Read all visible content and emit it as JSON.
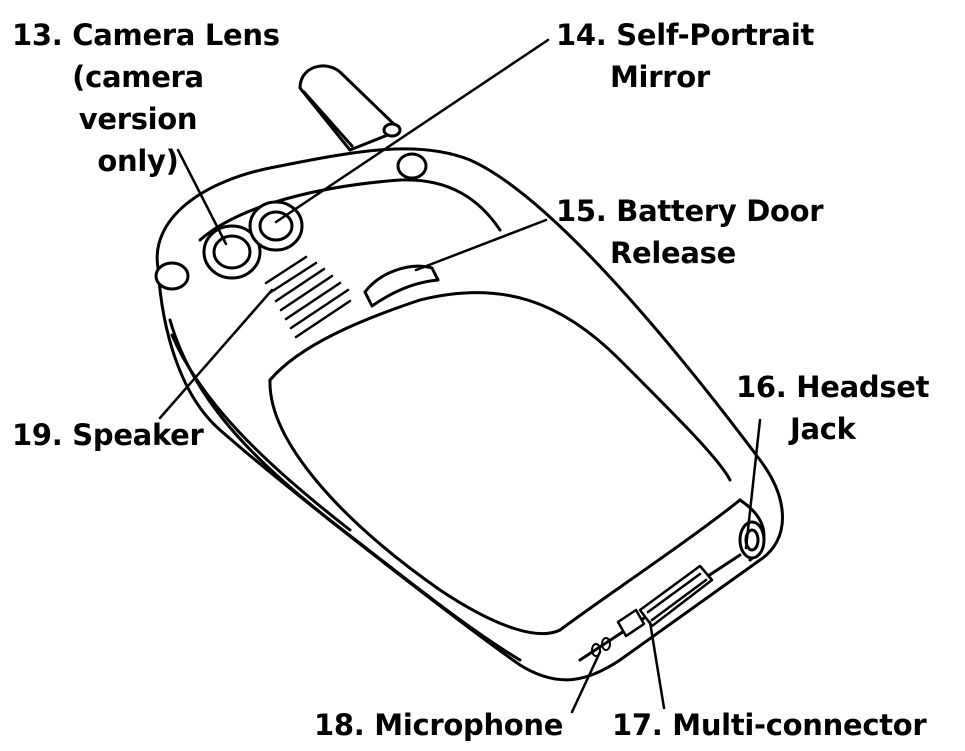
{
  "callouts": [
    {
      "id": "camera-lens",
      "lines": [
        "13. Camera Lens",
        "(camera",
        "version",
        "only)"
      ]
    },
    {
      "id": "self-portrait-mirror",
      "lines": [
        "14. Self-Portrait",
        "Mirror"
      ]
    },
    {
      "id": "battery-door-release",
      "lines": [
        "15. Battery Door",
        "Release"
      ]
    },
    {
      "id": "headset-jack",
      "lines": [
        "16. Headset",
        "Jack"
      ]
    },
    {
      "id": "multi-connector",
      "lines": [
        "17. Multi-connector"
      ]
    },
    {
      "id": "microphone",
      "lines": [
        "18. Microphone"
      ]
    },
    {
      "id": "speaker",
      "lines": [
        "19. Speaker"
      ]
    }
  ],
  "colors": {
    "ink": "#000000",
    "paper": "#ffffff"
  }
}
